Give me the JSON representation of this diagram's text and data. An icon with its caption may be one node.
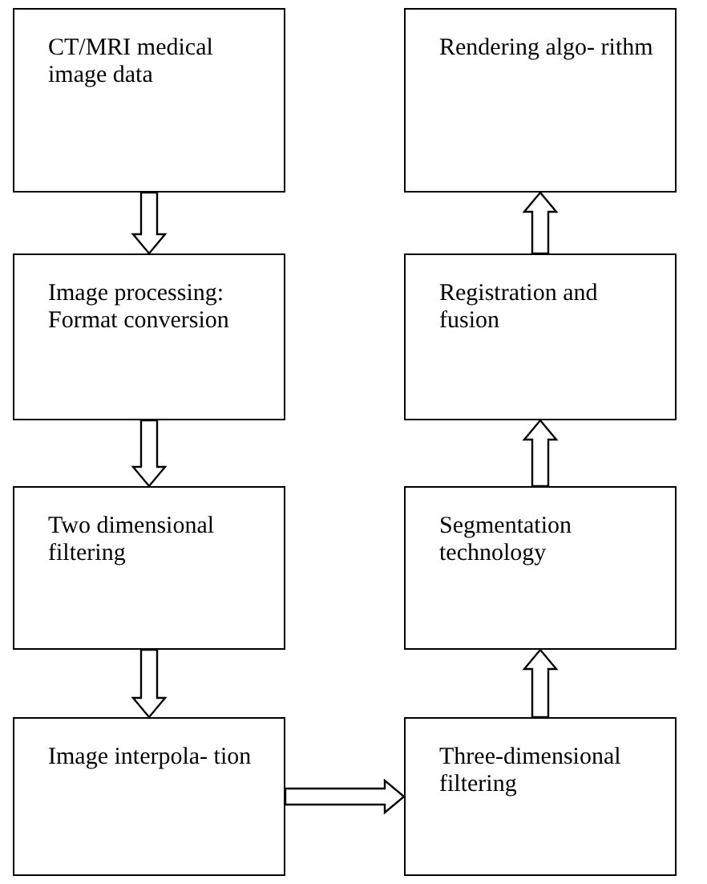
{
  "diagram": {
    "nodes": [
      {
        "text": [
          "CT/MRI medical image data"
        ]
      },
      {
        "text": [
          "Image processing: Format conversion"
        ]
      },
      {
        "text": [
          "Two dimensional filtering"
        ]
      },
      {
        "text": [
          "Image interpola- tion"
        ]
      },
      {
        "text": [
          "Rendering algo- rithm"
        ]
      },
      {
        "text": [
          "Registration and fusion"
        ]
      },
      {
        "text": [
          "Segmentation technology"
        ]
      },
      {
        "text": [
          "Three-dimensional filtering"
        ]
      }
    ],
    "edges": [
      {
        "from": 0,
        "to": 1,
        "arrow": "to"
      },
      {
        "from": 1,
        "to": 2,
        "arrow": "to"
      },
      {
        "from": 2,
        "to": 3,
        "arrow": "to"
      },
      {
        "from": 3,
        "to": 7,
        "arrow": "to"
      },
      {
        "from": 7,
        "to": 6,
        "arrow": "to"
      },
      {
        "from": 6,
        "to": 5,
        "arrow": "to"
      },
      {
        "from": 5,
        "to": 4,
        "arrow": "to"
      }
    ]
  }
}
